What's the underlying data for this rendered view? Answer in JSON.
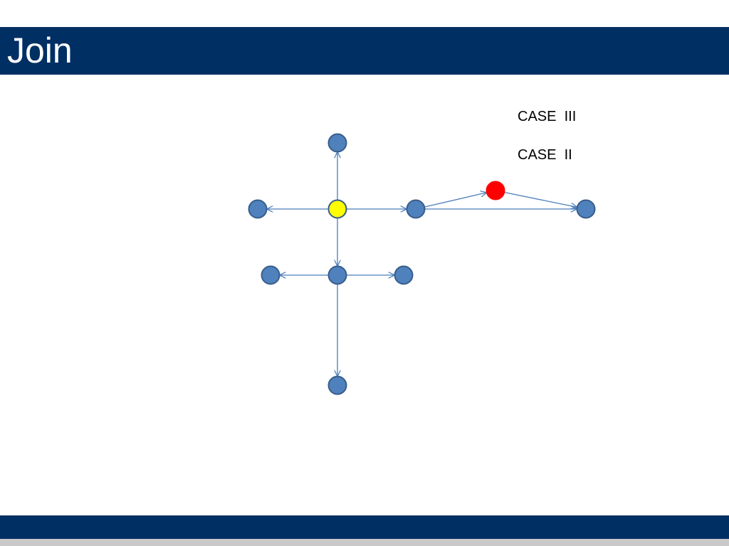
{
  "slide": {
    "title": "Join",
    "labels": [
      "CASE  III",
      "CASE  II"
    ]
  },
  "colors": {
    "bar": "#002f63",
    "node_fill": "#4f81bd",
    "node_stroke": "#385d8a",
    "edge": "#4a7ebb",
    "current_node": "#ffff00",
    "joining_node": "#ff0000"
  },
  "graph": {
    "nodes": [
      {
        "id": "top",
        "role": "node"
      },
      {
        "id": "center",
        "role": "current"
      },
      {
        "id": "left",
        "role": "node"
      },
      {
        "id": "right1",
        "role": "node"
      },
      {
        "id": "join",
        "role": "joining"
      },
      {
        "id": "right2",
        "role": "node"
      },
      {
        "id": "mid",
        "role": "node"
      },
      {
        "id": "mid-left",
        "role": "node"
      },
      {
        "id": "mid-right",
        "role": "node"
      },
      {
        "id": "bottom",
        "role": "node"
      }
    ],
    "edges": [
      {
        "from": "center",
        "to": "top"
      },
      {
        "from": "center",
        "to": "left"
      },
      {
        "from": "center",
        "to": "right1"
      },
      {
        "from": "center",
        "to": "mid"
      },
      {
        "from": "right1",
        "to": "join"
      },
      {
        "from": "join",
        "to": "right2"
      },
      {
        "from": "right1",
        "to": "right2"
      },
      {
        "from": "mid",
        "to": "mid-left"
      },
      {
        "from": "mid",
        "to": "mid-right"
      },
      {
        "from": "mid",
        "to": "bottom"
      }
    ]
  }
}
